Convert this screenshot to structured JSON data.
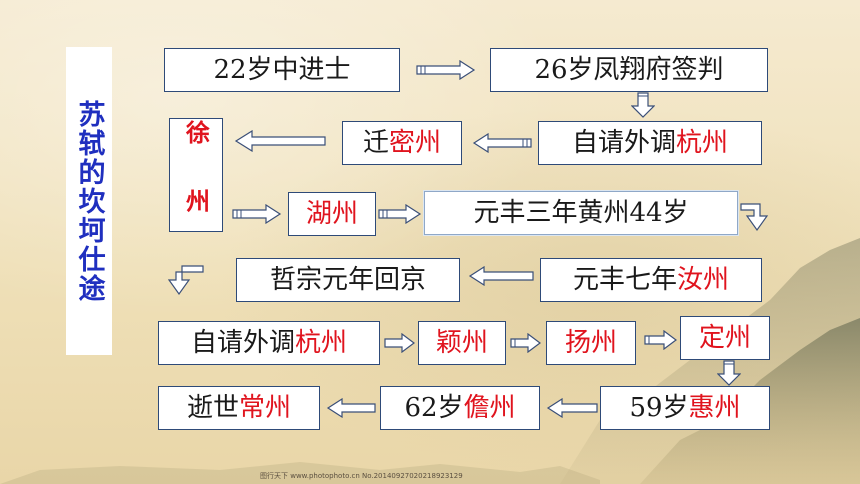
{
  "title": "苏轼的坎坷仕途",
  "nodes": {
    "n1": [
      "22岁中进士"
    ],
    "n2": [
      "26岁凤翔府签判"
    ],
    "n3": [
      "自请外调",
      "杭州"
    ],
    "n4": [
      "迁",
      "密州"
    ],
    "n5": [
      "徐 州"
    ],
    "n6": [
      "湖州"
    ],
    "n7": [
      "元丰三年黄州44岁"
    ],
    "n8": [
      "元丰七年",
      "汝州"
    ],
    "n9": [
      "哲宗元年回京"
    ],
    "n10": [
      "自请外调",
      "杭州"
    ],
    "n11": [
      "颖州"
    ],
    "n12": [
      "扬州"
    ],
    "n13": [
      "定州"
    ],
    "n14": [
      "59岁",
      "惠州"
    ],
    "n15": [
      "62岁",
      "儋州"
    ],
    "n16": [
      "逝世",
      "常州"
    ]
  },
  "footer": "图行天下 www.photophoto.cn No.20140927020218923129",
  "colors": {
    "title_text": "#1f2fbf",
    "highlight": "#e0141e",
    "card_border": "#2e4a78"
  }
}
